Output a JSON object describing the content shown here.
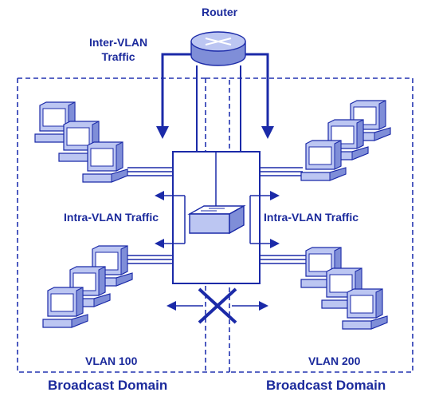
{
  "labels": {
    "router": "Router",
    "inter_vlan_line1": "Inter-VLAN",
    "inter_vlan_line2": "Traffic",
    "intra_vlan_left": "Intra-VLAN Traffic",
    "intra_vlan_right": "Intra-VLAN Traffic",
    "vlan_left": "VLAN 100",
    "vlan_right": "VLAN 200",
    "broadcast_left": "Broadcast Domain",
    "broadcast_right": "Broadcast Domain"
  },
  "colors": {
    "line": "#1b2aa8",
    "text": "#1b2a9c",
    "device_fill": "#bcc6f2",
    "device_dark": "#7f8ed8",
    "monitor_screen": "#ffffff",
    "dashed": "#2233b0"
  },
  "icons": {
    "router": "router-icon",
    "switch": "switch-icon",
    "workstation": "workstation-icon",
    "blocked": "blocked-x-icon"
  }
}
